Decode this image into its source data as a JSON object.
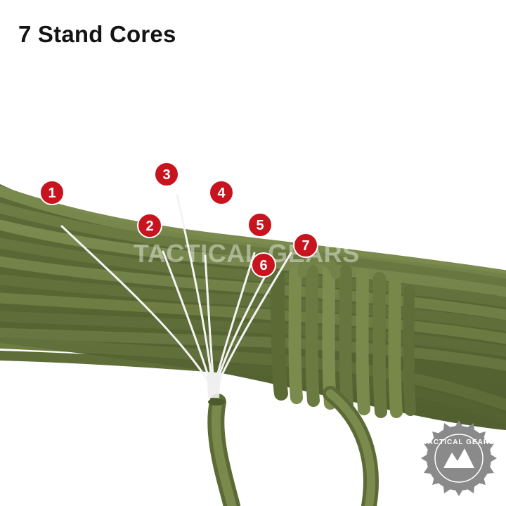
{
  "title": "7 Stand Cores",
  "core_labels": [
    "1",
    "2",
    "3",
    "4",
    "5",
    "6",
    "7"
  ],
  "watermark": "TACTICAL GEARS",
  "seal_text": "TACTICAL GEARS",
  "colors": {
    "rope": "#68783f",
    "rope_dark": "#4c5a2c",
    "rope_light": "#8a9a5e",
    "core_thread": "#f4f4f4",
    "marker": "#c8141e",
    "title": "#141414",
    "seal": "#8a8a8a"
  }
}
